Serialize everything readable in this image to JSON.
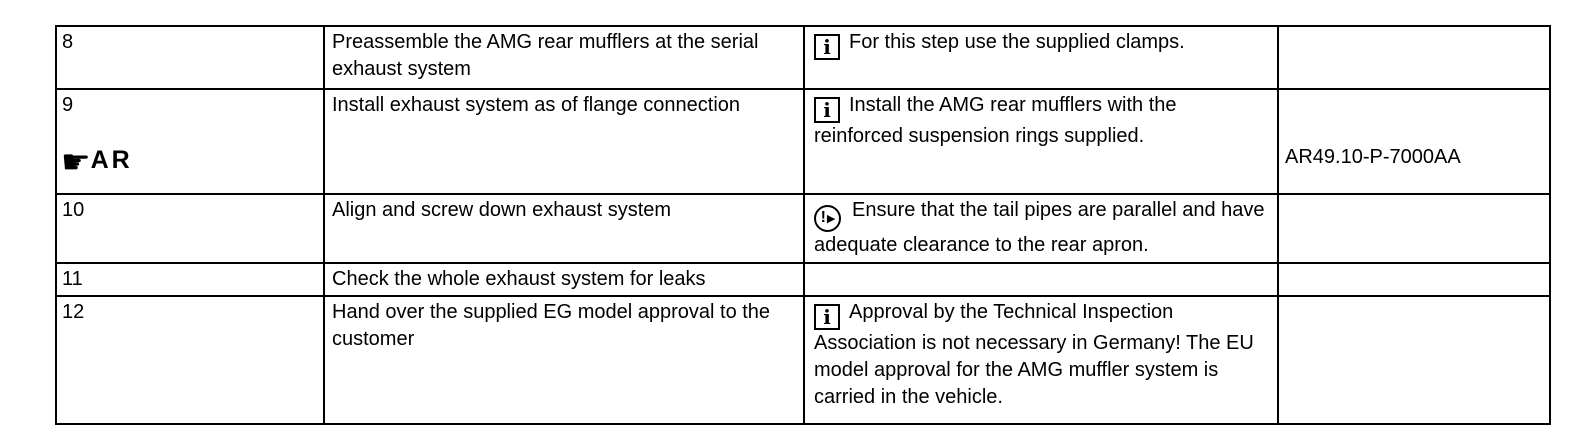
{
  "colors": {
    "background": "#ffffff",
    "border": "#000000",
    "text": "#000000"
  },
  "icons": {
    "info_glyph": "i",
    "pointing_hand_glyph": "☛",
    "attention_exclamation": "!",
    "attention_arrow": "▶"
  },
  "table": {
    "rows": [
      {
        "step": "8",
        "task": "Preassemble the AMG rear mufflers at the serial exhaust system",
        "note": "For this step use the supplied clamps.",
        "ref": ""
      },
      {
        "step": "9",
        "marker": "AR",
        "task": "Install exhaust system as of flange connection",
        "note": "Install the AMG rear mufflers with the reinforced suspension rings supplied.",
        "ref": "AR49.10-P-7000AA"
      },
      {
        "step": "10",
        "task": "Align and screw down exhaust system",
        "note": "Ensure that the tail pipes are parallel and have adequate clearance to the rear apron.",
        "ref": ""
      },
      {
        "step": "11",
        "task": "Check the whole exhaust system for leaks",
        "note": "",
        "ref": ""
      },
      {
        "step": "12",
        "task": "Hand over the supplied EG model approval to the customer",
        "note": "Approval by the Technical Inspection Association is not necessary in Germany! The EU model approval for the AMG muffler system is carried in the vehicle.",
        "ref": ""
      }
    ]
  }
}
